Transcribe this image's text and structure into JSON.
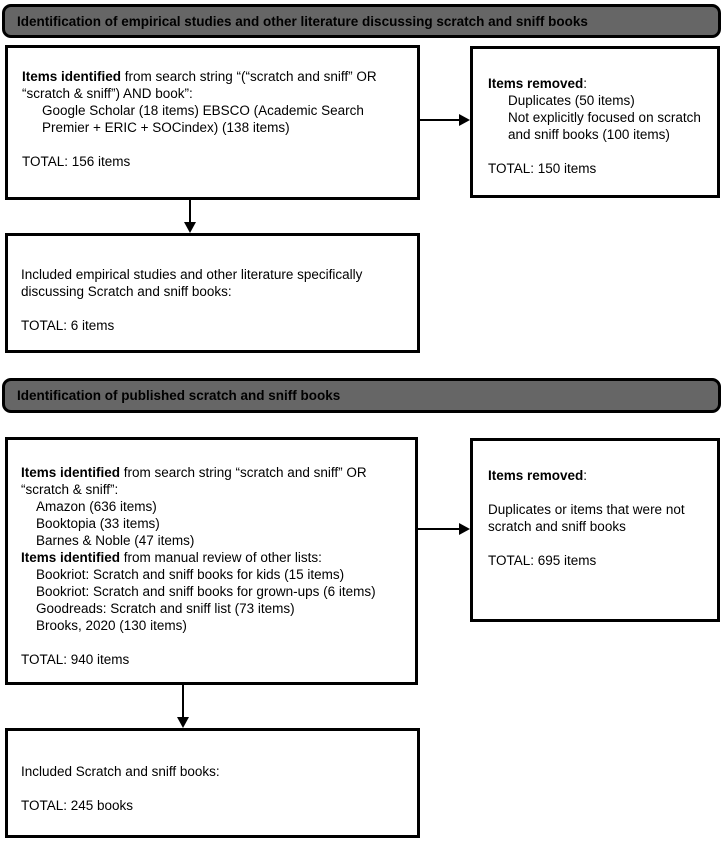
{
  "colors": {
    "page_bg": "#ffffff",
    "header_fill": "#666666",
    "box_fill": "#ffffff",
    "border": "#000000",
    "text": "#000000"
  },
  "section1": {
    "header": "Identification of empirical studies and other literature discussing scratch and sniff books",
    "identified_box": {
      "line1_bold": "Items identified",
      "line1_rest": " from search string “(“scratch and sniff” OR",
      "line2": "“scratch & sniff”) AND book”:",
      "line3": "Google Scholar (18 items) EBSCO (Academic Search",
      "line4": "Premier + ERIC + SOCindex) (138 items)",
      "total": "TOTAL: 156 items"
    },
    "removed_box": {
      "title_bold": "Items removed",
      "title_rest": ":",
      "item1": "Duplicates (50 items)",
      "item2a": "Not explicitly focused on scratch",
      "item2b": "and sniff books (100 items)",
      "total": "TOTAL: 150 items"
    },
    "included_box": {
      "line1": "Included empirical studies and other literature specifically",
      "line2": "discussing Scratch and sniff books:",
      "total": "TOTAL: 6 items"
    }
  },
  "section2": {
    "header": "Identification of published scratch and sniff books",
    "identified_box": {
      "line1_bold": "Items identified",
      "line1_rest": " from search string “scratch and sniff” OR",
      "line2": "“scratch & sniff”:",
      "item1": "Amazon (636 items)",
      "item2": "Booktopia (33 items)",
      "item3": "Barnes & Noble (47 items)",
      "manual_bold": "Items identified",
      "manual_rest": " from manual review of other lists:",
      "item4": "Bookriot: Scratch and sniff books for kids (15 items)",
      "item5": "Bookriot: Scratch and sniff books for grown-ups (6 items)",
      "item6": "Goodreads: Scratch and sniff list (73 items)",
      "item7": "Brooks, 2020 (130 items)",
      "total": "TOTAL: 940 items"
    },
    "removed_box": {
      "title_bold": "Items removed",
      "title_rest": ":",
      "line1": "Duplicates or items that were not",
      "line2": "scratch and sniff books",
      "total": "TOTAL: 695 items"
    },
    "included_box": {
      "line1": "Included Scratch and sniff books:",
      "total": "TOTAL: 245 books"
    }
  }
}
